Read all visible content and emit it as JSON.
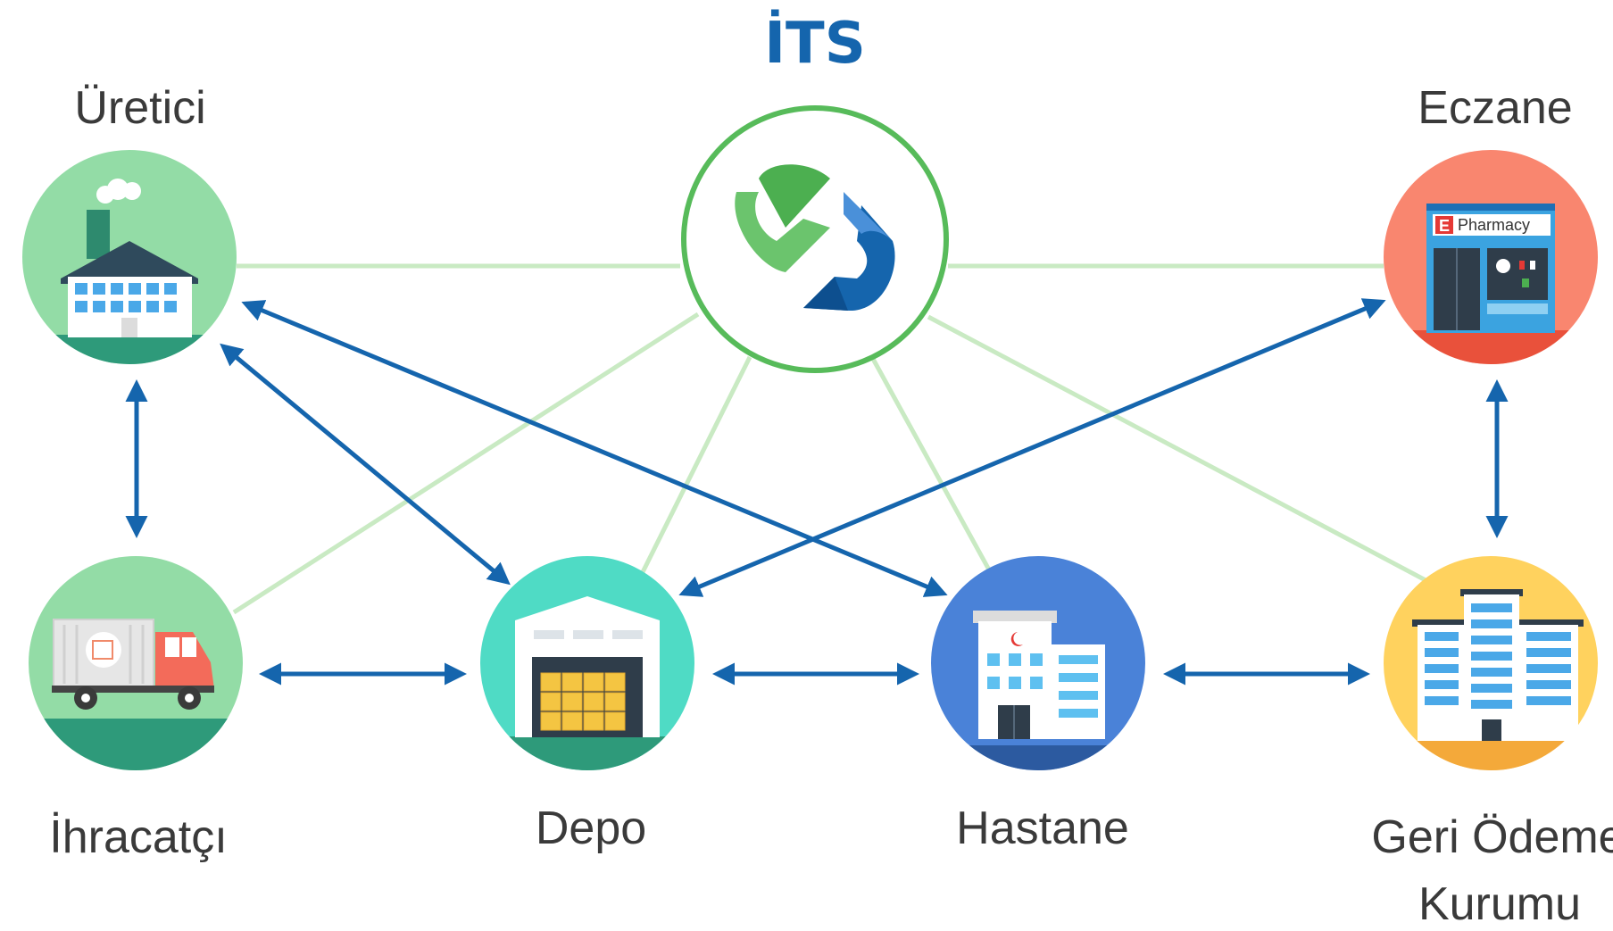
{
  "title": "İTS",
  "colors": {
    "brand_blue": "#1565ad",
    "brand_green": "#57bb5a",
    "connector_light": "#c9eac3",
    "arrow": "#1565ad"
  },
  "nodes": {
    "uretici": {
      "label": "Üretici",
      "icon": "factory-icon"
    },
    "eczane": {
      "label": "Eczane",
      "icon": "pharmacy-icon",
      "sign": "Pharmacy",
      "sign_letter": "E"
    },
    "ihracatci": {
      "label": "İhracatçı",
      "icon": "truck-icon"
    },
    "depo": {
      "label": "Depo",
      "icon": "warehouse-icon"
    },
    "hastane": {
      "label": "Hastane",
      "icon": "hospital-icon"
    },
    "geri_odeme": {
      "label_line1": "Geri Ödeme",
      "label_line2": "Kurumu",
      "icon": "office-building-icon"
    }
  },
  "hub": {
    "icon": "its-logo-icon"
  }
}
